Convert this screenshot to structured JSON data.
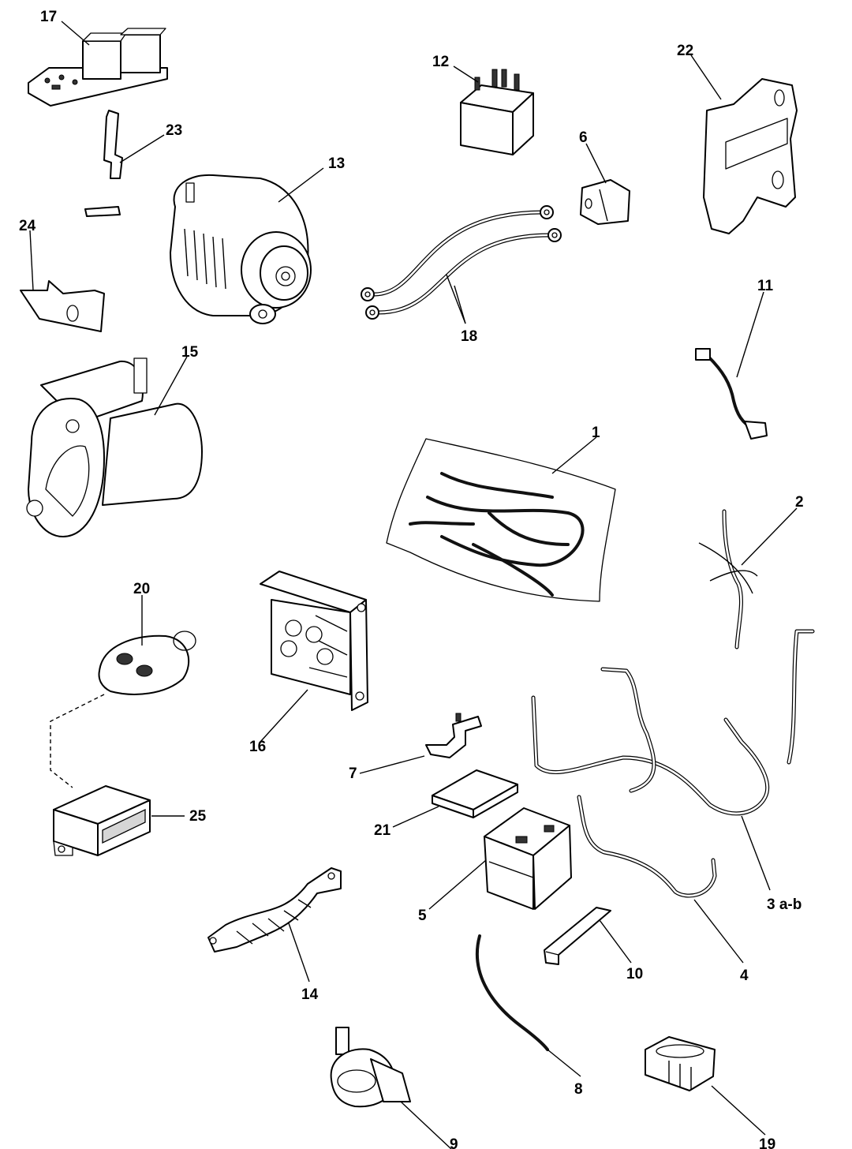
{
  "labels": {
    "p1": "1",
    "p2": "2",
    "p3": "3 a-b",
    "p4": "4",
    "p5": "5",
    "p6": "6",
    "p7": "7",
    "p8": "8",
    "p9": "9",
    "p10": "10",
    "p11": "11",
    "p12": "12",
    "p13": "13",
    "p14": "14",
    "p15": "15",
    "p16": "16",
    "p17": "17",
    "p18": "18",
    "p19": "19",
    "p20": "20",
    "p21": "21",
    "p22": "22",
    "p23": "23",
    "p24": "24",
    "p25": "25"
  }
}
